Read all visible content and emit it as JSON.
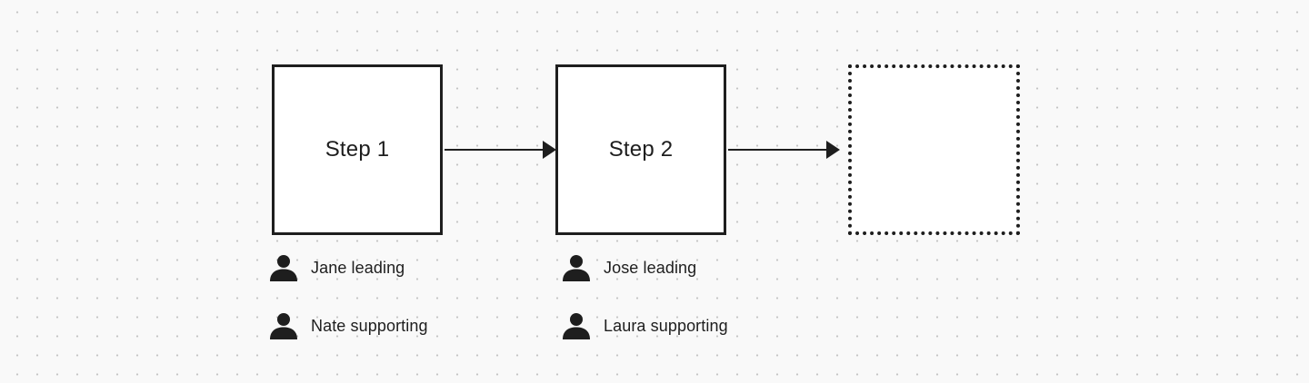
{
  "steps": [
    {
      "title": "Step 1"
    },
    {
      "title": "Step 2"
    },
    {
      "title": ""
    }
  ],
  "people": {
    "step1": [
      {
        "label": "Jane leading",
        "icon": "person-icon"
      },
      {
        "label": "Nate supporting",
        "icon": "person-icon"
      }
    ],
    "step2": [
      {
        "label": "Jose leading",
        "icon": "person-icon"
      },
      {
        "label": "Laura supporting",
        "icon": "person-icon"
      }
    ]
  },
  "colors": {
    "stroke": "#1e1e1e",
    "box_fill": "#ffffff",
    "canvas": "#f9f9f9",
    "grid_dot": "#c4c4c4"
  }
}
